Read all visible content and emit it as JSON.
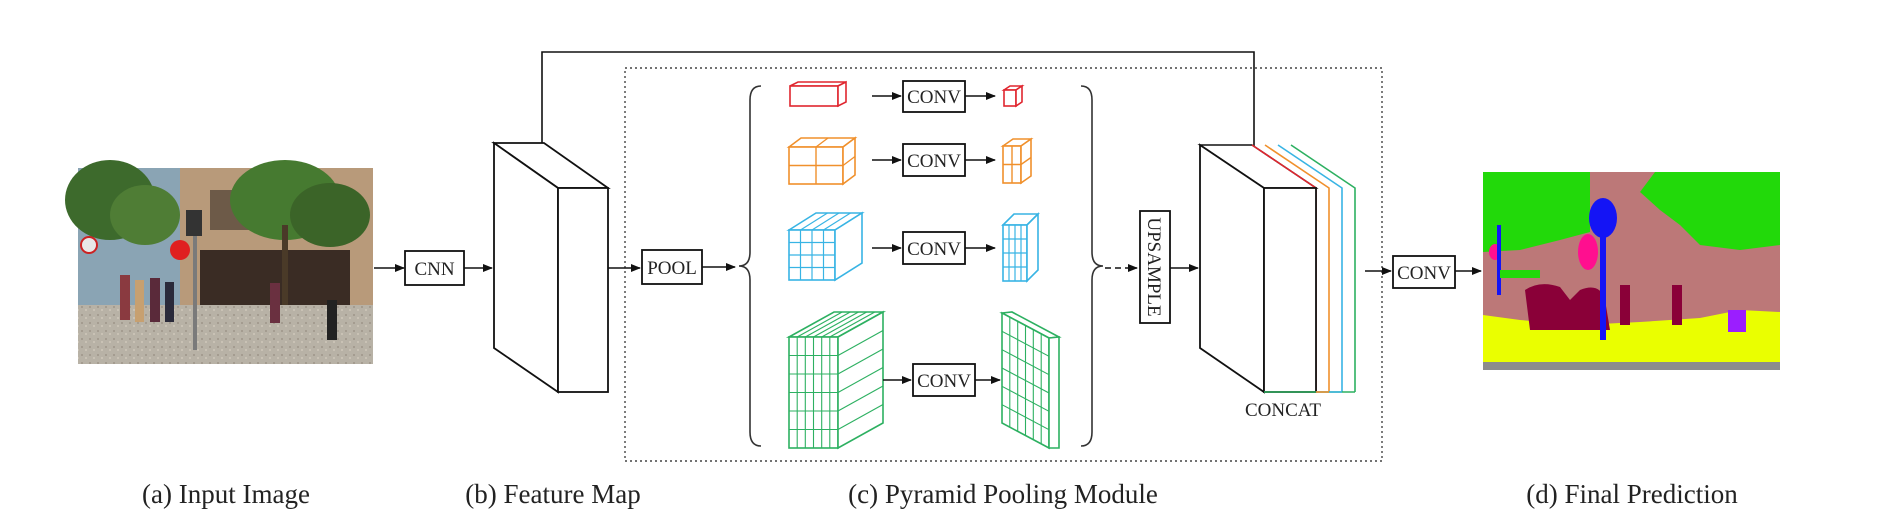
{
  "captions": {
    "input": "(a) Input Image",
    "feature": "(b) Feature Map",
    "ppm": "(c) Pyramid Pooling Module",
    "final": "(d) Final Prediction"
  },
  "ops": {
    "cnn": "CNN",
    "pool": "POOL",
    "conv": "CONV",
    "upsample": "UPSAMPLE",
    "concat": "CONCAT"
  },
  "colors": {
    "level1": "#e0262f",
    "level2": "#f0902c",
    "level3": "#38b4e4",
    "level4": "#2db061",
    "stroke": "#111111",
    "seg_sky": "#22d90a",
    "seg_building": "#bc7878",
    "seg_sidewalk": "#eaff00",
    "seg_road": "#8c8c8c",
    "seg_person": "#8a0038",
    "seg_pole": "#1414f5",
    "seg_sign": "#ff0f8f",
    "seg_misc": "#9b1eff"
  }
}
